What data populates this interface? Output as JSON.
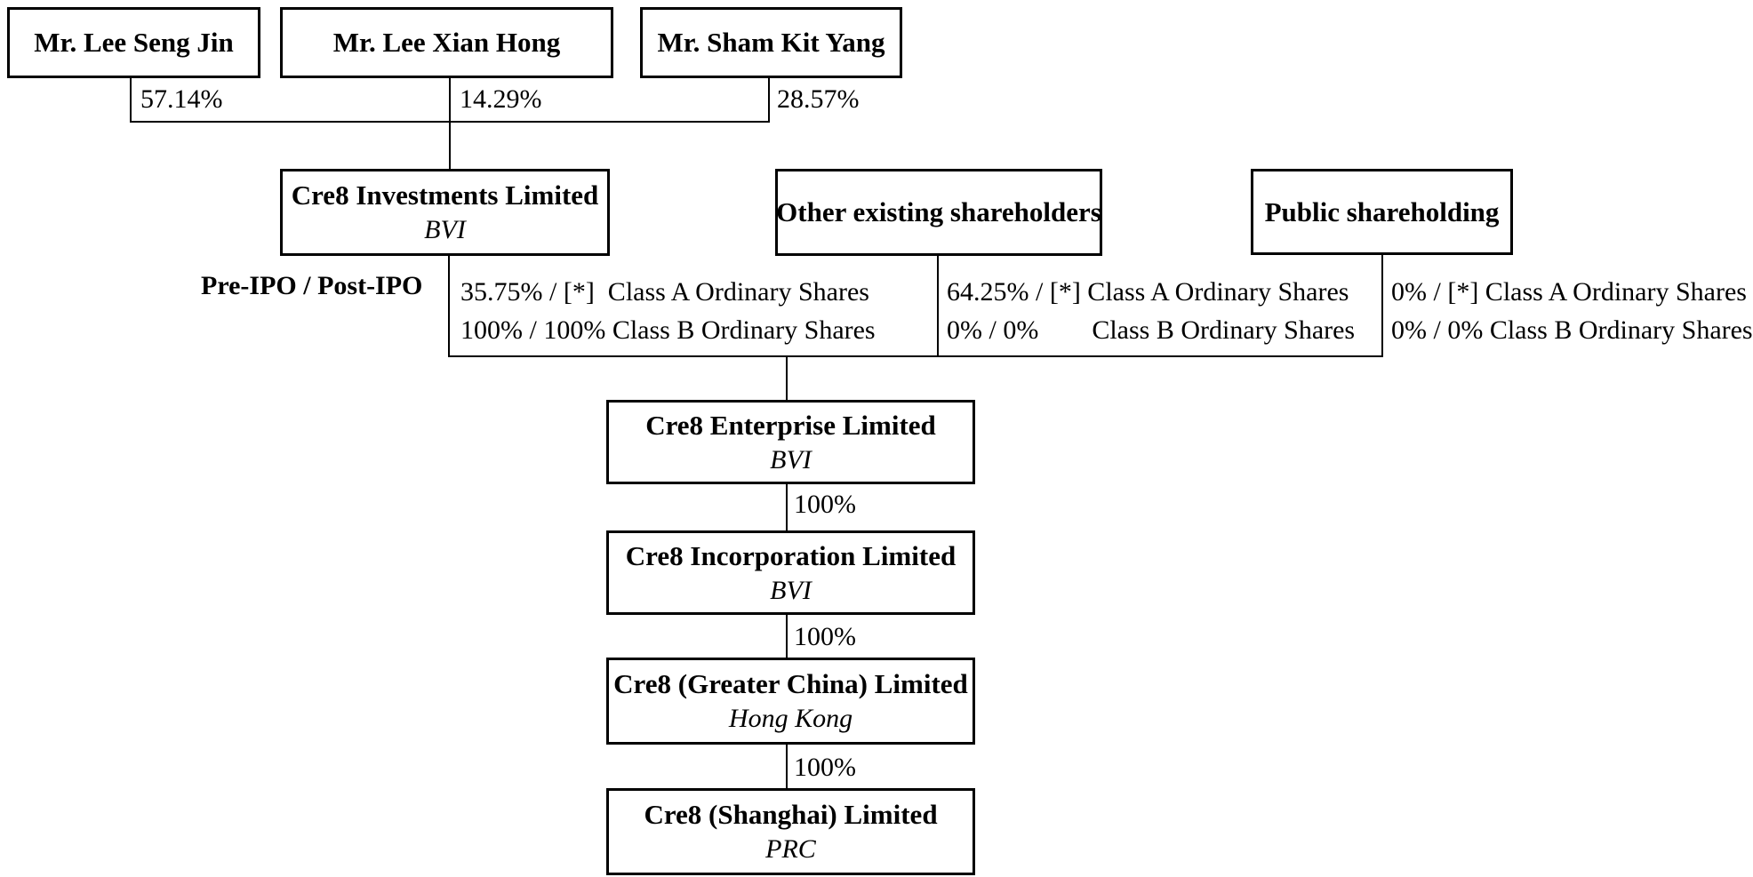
{
  "diagram": {
    "top_shareholders": [
      {
        "name": "Mr. Lee Seng Jin",
        "percent": "57.14%"
      },
      {
        "name": "Mr. Lee Xian Hong",
        "percent": "14.29%"
      },
      {
        "name": "Mr. Sham Kit Yang",
        "percent": "28.57%"
      }
    ],
    "pre_post_ipo_label": "Pre-IPO / Post-IPO",
    "mid_entities": [
      {
        "name": "Cre8 Investments Limited",
        "jurisdiction": "BVI",
        "class_a_line": "35.75% / [*]  Class A Ordinary Shares",
        "class_b_line": "100% / 100% Class B Ordinary Shares"
      },
      {
        "name": "Other existing shareholders",
        "class_a_line": "64.25% / [*] Class A Ordinary Shares",
        "class_b_line": "0% / 0%        Class B Ordinary Shares"
      },
      {
        "name": "Public shareholding",
        "class_a_line": "0% / [*] Class A Ordinary Shares",
        "class_b_line": "0% / 0% Class B Ordinary Shares"
      }
    ],
    "subsidiary_chain": [
      {
        "name": "Cre8 Enterprise Limited",
        "jurisdiction": "BVI"
      },
      {
        "name": "Cre8 Incorporation Limited",
        "jurisdiction": "BVI",
        "ownership_from_parent": "100%"
      },
      {
        "name": "Cre8 (Greater China) Limited",
        "jurisdiction": "Hong Kong",
        "ownership_from_parent": "100%"
      },
      {
        "name": "Cre8 (Shanghai) Limited",
        "jurisdiction": "PRC",
        "ownership_from_parent": "100%"
      }
    ],
    "colors": {
      "background": "#ffffff",
      "line": "#000000",
      "text": "#000000"
    }
  }
}
